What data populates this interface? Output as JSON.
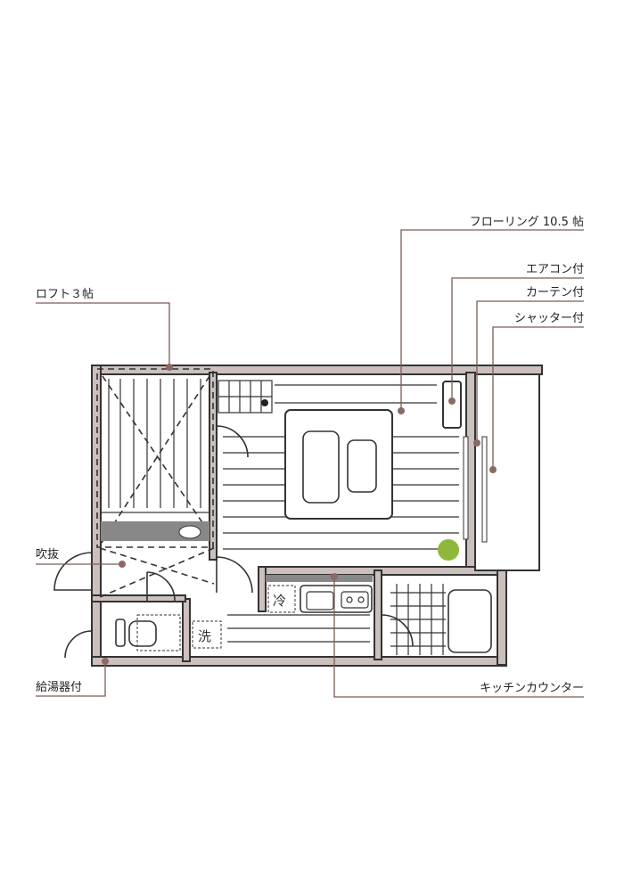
{
  "labels": {
    "flooring": "フローリング 10.5 帖",
    "aircon": "エアコン付",
    "curtain": "カーテン付",
    "shutter": "シャッター付",
    "loft": "ロフト３帖",
    "fukinuke": "吹抜",
    "water_heater": "給湯器付",
    "kitchen_counter": "キッチンカウンター"
  },
  "fixtures": {
    "fridge": "冷",
    "washer": "洗"
  },
  "colors": {
    "leader": "#7a5d56",
    "wall": "#cbc0bc",
    "plant": "#8db83a"
  }
}
